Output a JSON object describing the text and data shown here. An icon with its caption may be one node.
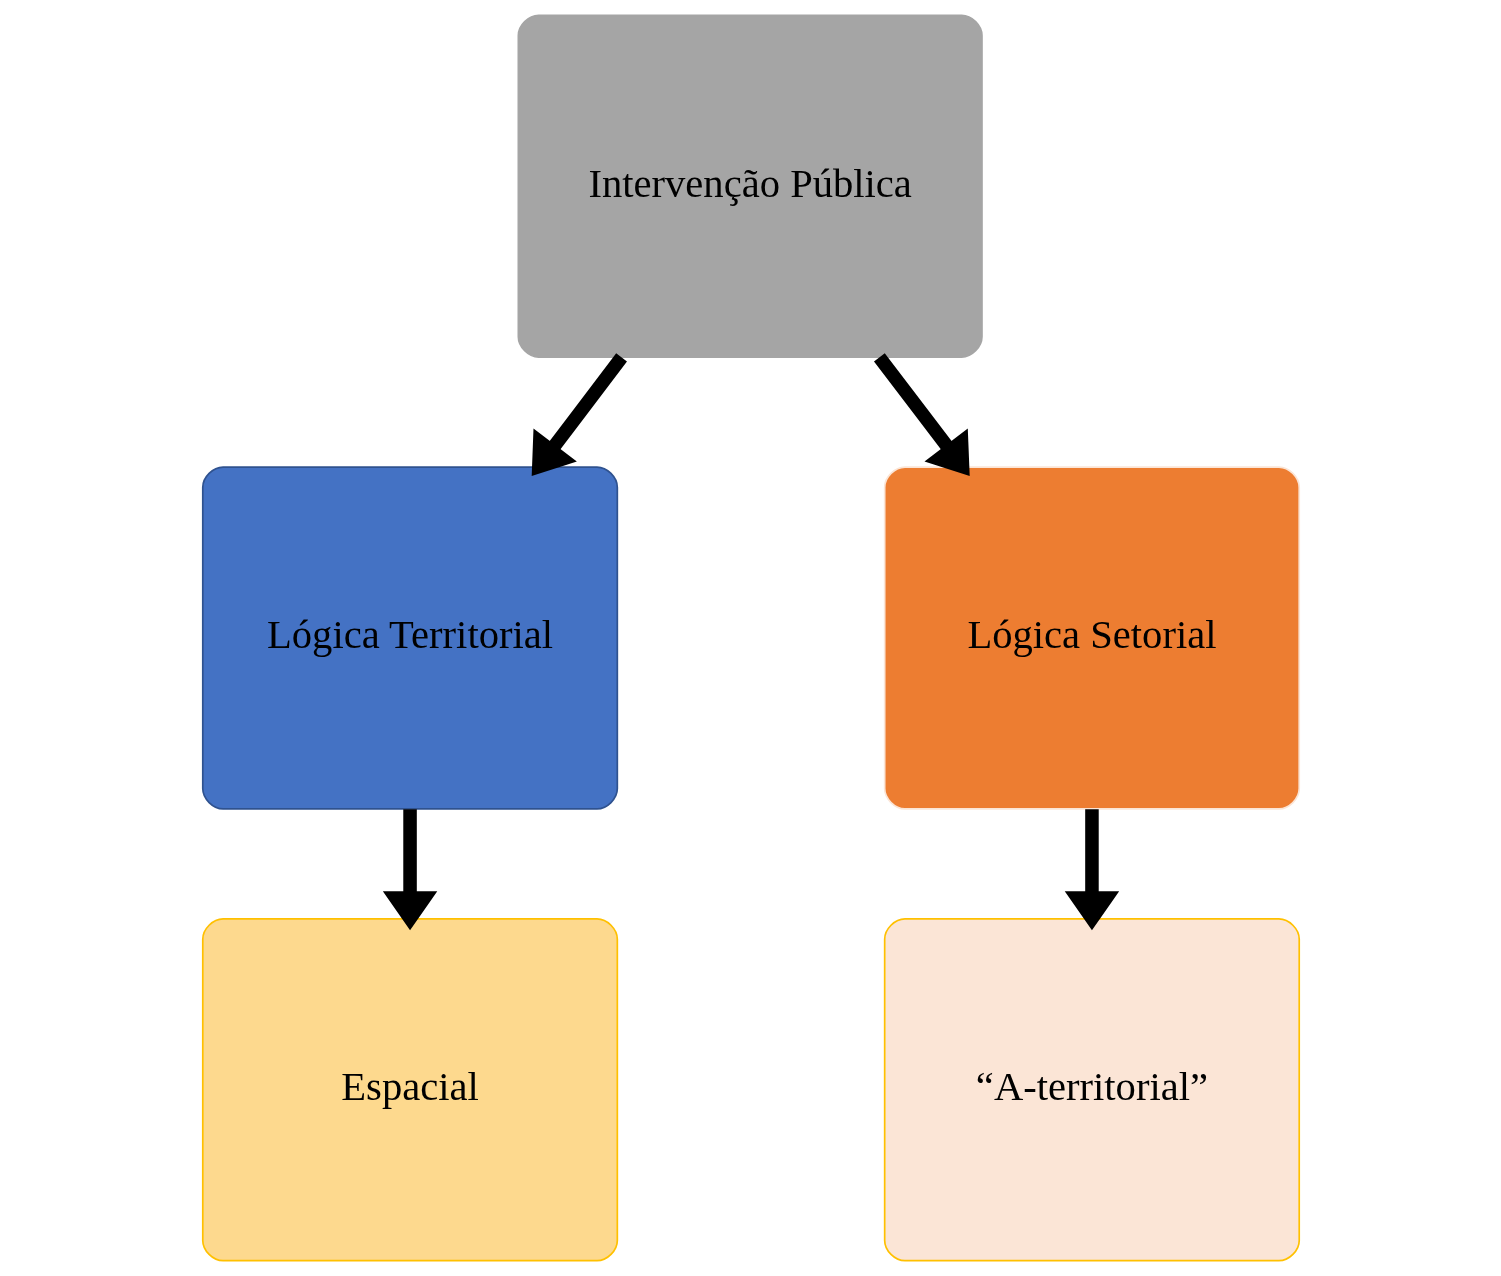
{
  "diagram": {
    "nodes": [
      {
        "text": [
          "Intervenção Pública"
        ]
      },
      {
        "text": [
          "Lógica Territorial"
        ]
      },
      {
        "text": [
          "Lógica Setorial"
        ]
      },
      {
        "text": [
          "Espacial"
        ]
      },
      {
        "text": [
          "“A-territorial”"
        ]
      }
    ],
    "edges": [
      {
        "from": 0,
        "to": 1,
        "arrow": "to"
      },
      {
        "from": 0,
        "to": 2,
        "arrow": "to"
      },
      {
        "from": 1,
        "to": 3,
        "arrow": "to"
      },
      {
        "from": 2,
        "to": 4,
        "arrow": "to"
      }
    ]
  }
}
